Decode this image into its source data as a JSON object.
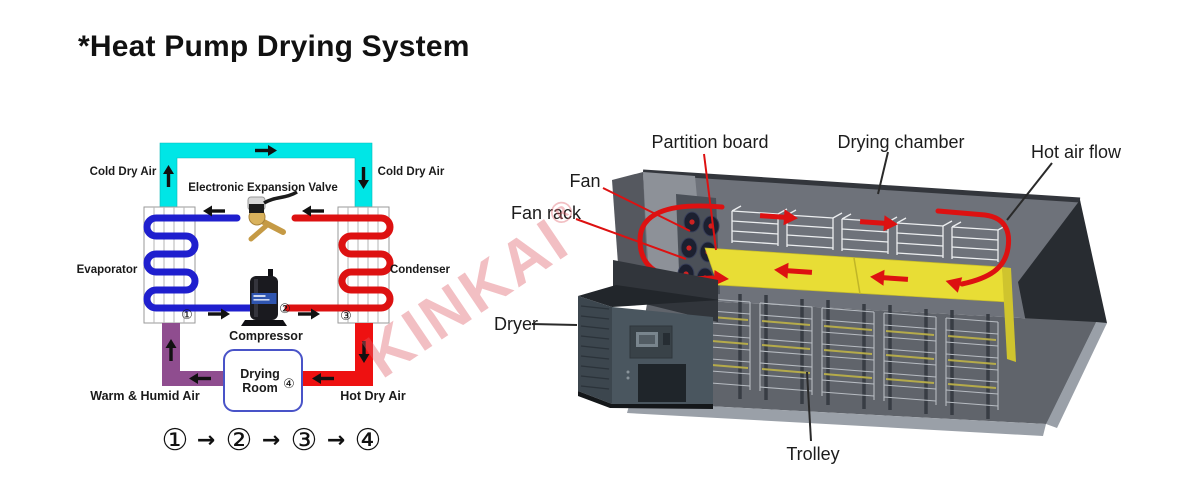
{
  "title": "*Heat Pump Drying System",
  "watermark": {
    "text": "KINKAI",
    "registered": "®",
    "color": "#e86870"
  },
  "schematic": {
    "labels": {
      "cold_dry_air_left": "Cold Dry Air",
      "cold_dry_air_right": "Cold Dry Air",
      "expansion_valve": "Electronic Expansion Valve",
      "evaporator": "Evaporator",
      "condenser": "Condenser",
      "compressor": "Compressor",
      "drying_room_line1": "Drying",
      "drying_room_line2": "Room",
      "warm_humid_air": "Warm & Humid Air",
      "hot_dry_air": "Hot Dry Air"
    },
    "step_markers": {
      "evaporator_outlet": "①",
      "compressor": "②",
      "condenser_inlet": "③",
      "drying_room": "④"
    },
    "sequence": {
      "step1": "①",
      "step2": "②",
      "step3": "③",
      "step4": "④",
      "arrow": "→"
    },
    "colors": {
      "cold_air_duct": "#00e6e6",
      "evaporator_coil": "#1f1fce",
      "condenser_coil": "#dd1111",
      "warm_humid_pipe": "#8f4d8f",
      "hot_dry_pipe": "#ee1111",
      "drying_room_border": "#4953c8"
    }
  },
  "illustration": {
    "labels": {
      "partition_board": "Partition board",
      "drying_chamber": "Drying chamber",
      "hot_air_flow": "Hot air flow",
      "fan": "Fan",
      "fan_rack": "Fan rack",
      "dryer": "Dryer",
      "trolley": "Trolley"
    },
    "colors": {
      "partition": "#e8dd35",
      "airflow_arrow": "#dd1111",
      "chamber_wall": "#6e727a",
      "dryer_body": "#4a565f"
    }
  }
}
